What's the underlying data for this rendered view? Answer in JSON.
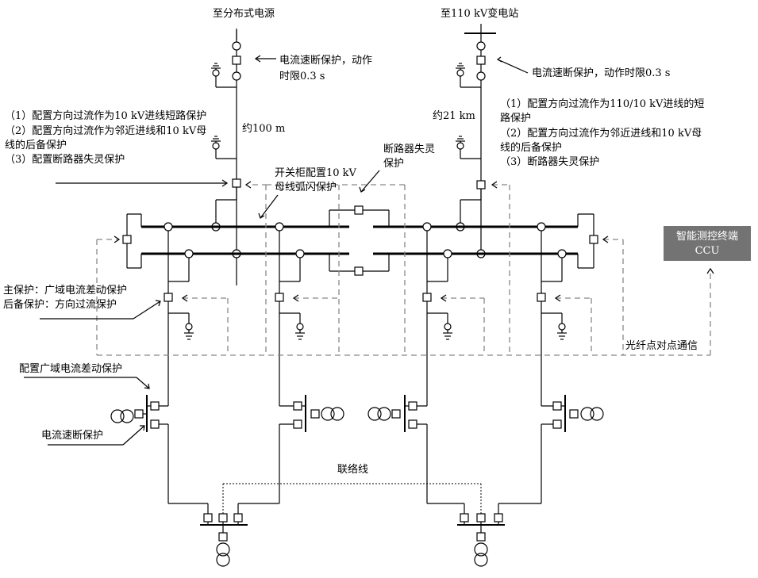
{
  "labels": {
    "to_distributed_source": "至分布式电源",
    "to_110kv_substation": "至110 kV变电站",
    "left_feeder_protection_1": "电流速断保护，动作",
    "left_feeder_protection_2": "时限0.3 s",
    "right_feeder_protection": "电流速断保护，动作时限0.3 s",
    "left_line_length": "约100 m",
    "right_line_length": "约21 km",
    "left_config_1": "（1）配置方向过流作为10 kV进线短路保护",
    "left_config_2": "（2）配置方向过流作为邻近进线和10 kV母",
    "left_config_2b": "线的后备保护",
    "left_config_3": "（3）配置断路器失灵保护",
    "right_config_1": "（1）配置方向过流作为110/10 kV进线的短",
    "right_config_1b": "路保护",
    "right_config_2": "（2）配置方向过流作为邻近进线和10 kV母",
    "right_config_2b": "线的后备保护",
    "right_config_3": "（3）断路器失灵保护",
    "breaker_failure_1": "断路器失灵",
    "breaker_failure_2": "保护",
    "arc_flash_1": "开关柜配置10 kV",
    "arc_flash_2": "母线弧闪保护",
    "ccu_line1": "智能测控终端",
    "ccu_line2": "CCU",
    "main_protection": "主保护：广域电流差动保护",
    "backup_protection": "后备保护：方向过流保护",
    "wide_area_diff": "配置广域电流差动保护",
    "current_quick_break": "电流速断保护",
    "fiber_comm": "光纤点对点通信",
    "tie_line": "联络线"
  },
  "colors": {
    "ccu_fill": "#737373",
    "dashed_comm": "#888888"
  }
}
